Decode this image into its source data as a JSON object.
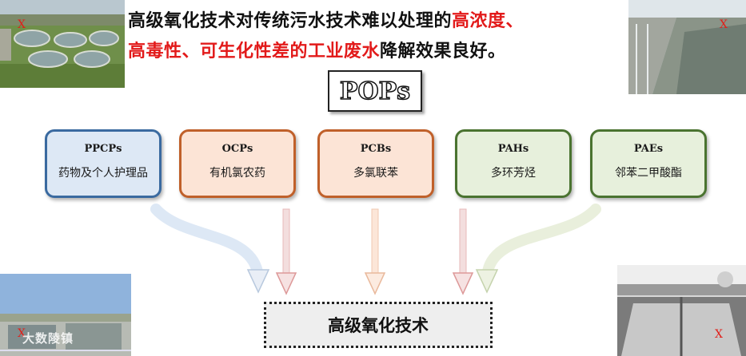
{
  "headline": {
    "part1": "高级氧化技术对传统污水技术难以处理的",
    "part2_red": "高浓度、",
    "part3_red": "高毒性、可生化性差的工业废水",
    "part4": "降解效果良好。"
  },
  "center_label": "POPs",
  "categories": [
    {
      "abbr": "PPCPs",
      "name": "药物及个人护理品"
    },
    {
      "abbr": "OCPs",
      "name": "有机氯农药"
    },
    {
      "abbr": "PCBs",
      "name": "多氯联苯"
    },
    {
      "abbr": "PAHs",
      "name": "多环芳烃"
    },
    {
      "abbr": "PAEs",
      "name": "邻苯二甲酸酯"
    }
  ],
  "target_label": "高级氧化技术",
  "photo_marks": {
    "mark": "X"
  },
  "watermark": "大数陵镇",
  "colors": {
    "red_text": "#e21a1a",
    "blue": "#3a6aa0",
    "orange": "#c0602a",
    "green": "#4a7330"
  }
}
